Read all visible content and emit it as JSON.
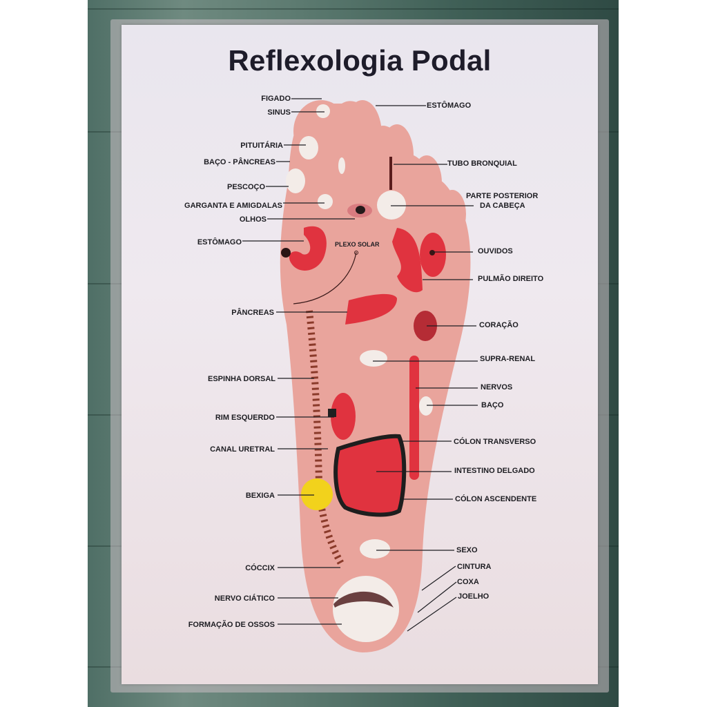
{
  "poster": {
    "title": "Reflexologia Podal",
    "colors": {
      "paper": "#ece7ee",
      "foot": "#e9a49c",
      "organ": "#e0333f",
      "reflex_spot": "#f3ece8",
      "bladder": "#f2d21c",
      "text": "#1d1d22",
      "background_wood": "#4f6f66"
    }
  },
  "labels_left": [
    {
      "text": "FIGADO"
    },
    {
      "text": "SINUS"
    },
    {
      "text": "PITUITÁRIA"
    },
    {
      "text": "BAÇO -  PÂNCREAS"
    },
    {
      "text": "PESCOÇO"
    },
    {
      "text": "GARGANTA E AMIGDALAS"
    },
    {
      "text": "OLHOS"
    },
    {
      "text": "ESTÔMAGO"
    },
    {
      "text": "PÂNCREAS"
    },
    {
      "text": "ESPINHA DORSAL"
    },
    {
      "text": "RIM ESQUERDO"
    },
    {
      "text": "CANAL URETRAL"
    },
    {
      "text": "BEXIGA"
    },
    {
      "text": "CÓCCIX"
    },
    {
      "text": "NERVO CIÁTICO"
    },
    {
      "text": "FORMAÇÃO DE OSSOS"
    }
  ],
  "labels_right": [
    {
      "text": "ESTÔMAGO"
    },
    {
      "text": "TUBO BRONQUIAL"
    },
    {
      "text": "PARTE POSTERIOR"
    },
    {
      "text": "DA CABEÇA"
    },
    {
      "text": "OUVIDOS"
    },
    {
      "text": "PULMÃO DIREITO"
    },
    {
      "text": "CORAÇÃO"
    },
    {
      "text": "SUPRA-RENAL"
    },
    {
      "text": "NERVOS"
    },
    {
      "text": "BAÇO"
    },
    {
      "text": "CÓLON TRANSVERSO"
    },
    {
      "text": "INTESTINO DELGADO"
    },
    {
      "text": "CÓLON ASCENDENTE"
    },
    {
      "text": "SEXO"
    },
    {
      "text": "CINTURA"
    },
    {
      "text": "COXA"
    },
    {
      "text": "JOELHO"
    }
  ],
  "labels_inner": [
    {
      "text": "PLEXO SOLAR"
    }
  ]
}
